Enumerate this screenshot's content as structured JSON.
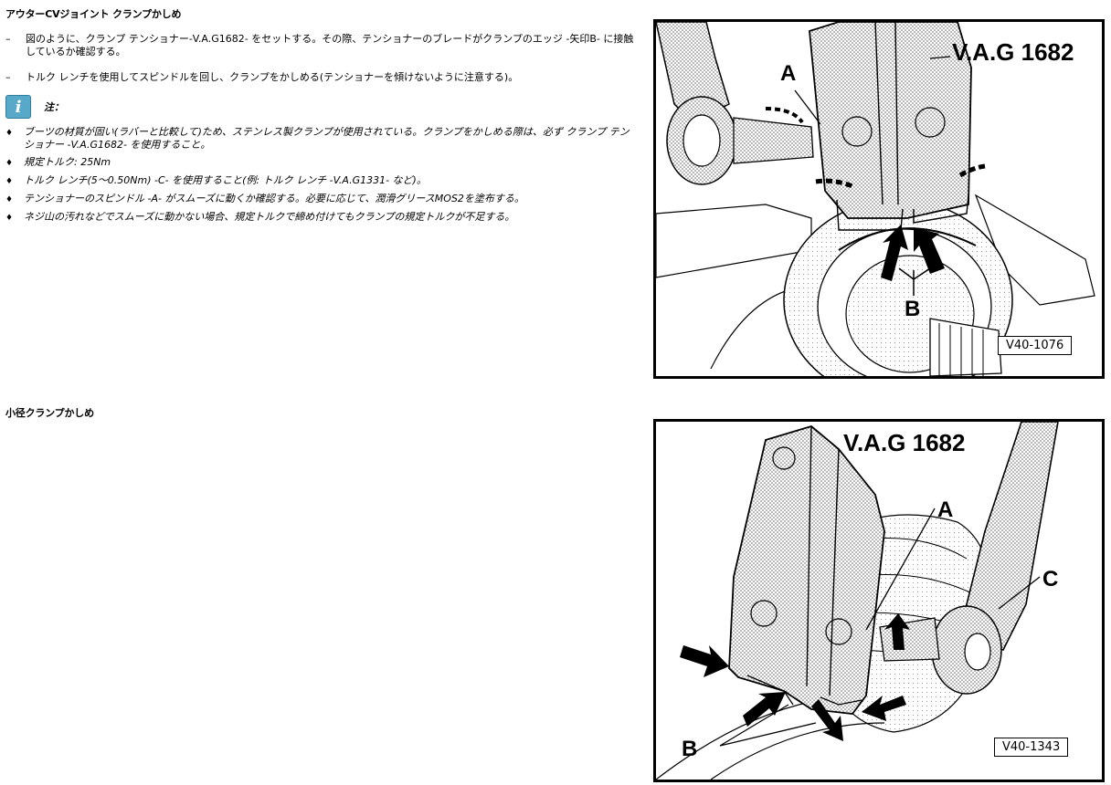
{
  "section1": {
    "title": "アウターCVジョイント クランプかしめ",
    "steps": [
      {
        "marker": "–",
        "text": "図のように、クランプ テンショナー-V.A.G1682- をセットする。その際、テンショナーのブレードがクランプのエッジ -矢印B- に接触しているか確認する。"
      },
      {
        "marker": "–",
        "text": "トルク レンチを使用してスピンドルを回し、クランプをかしめる(テンショナーを傾けないように注意する)。"
      }
    ],
    "note": {
      "icon": "info-icon",
      "icon_glyph": "i",
      "label": "注：",
      "items": [
        "ブーツの材質が固い(ラバーと比較して)ため、ステンレス製クランプが使用されている。クランプをかしめる際は、必ず クランプ テンショナー -V.A.G1682- を使用すること。",
        "規定トルク: 25Nm",
        "トルク レンチ(5～0.50Nm) -C- を使用すること(例: トルク レンチ -V.A.G1331- など)。",
        "テンショナーのスピンドル -A- がスムーズに動くか確認する。必要に応じて、潤滑グリースMOS2を塗布する。",
        "ネジ山の汚れなどでスムーズに動かない場合、規定トルクで締め付けてもクランプの規定トルクが不足する。"
      ]
    },
    "figure": {
      "tool_label": "V.A.G 1682",
      "callout_a": "A",
      "callout_b": "B",
      "figure_id": "V40-1076"
    }
  },
  "section2": {
    "title": "小径クランプかしめ",
    "figure": {
      "tool_label": "V.A.G 1682",
      "callout_a": "A",
      "callout_b": "B",
      "callout_c": "C",
      "figure_id": "V40-1343"
    }
  }
}
